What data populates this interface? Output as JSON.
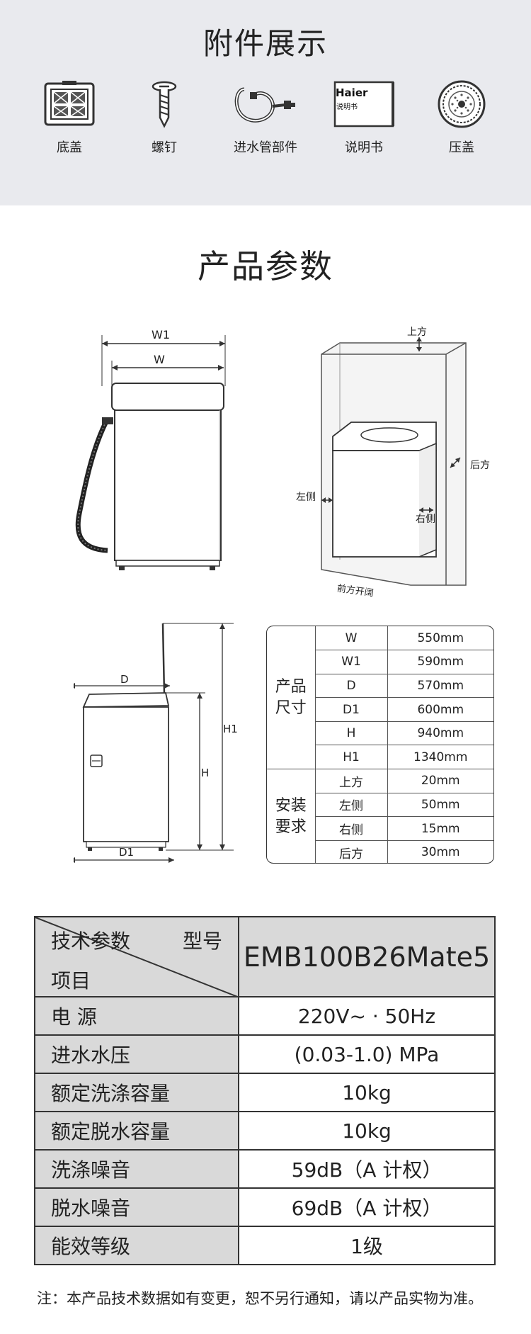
{
  "accessories": {
    "title": "附件展示",
    "items": [
      {
        "label": "底盖",
        "icon": "filter-cover-icon"
      },
      {
        "label": "螺钉",
        "icon": "screw-icon"
      },
      {
        "label": "进水管部件",
        "icon": "inlet-hose-icon"
      },
      {
        "label": "说明书",
        "icon": "manual-icon"
      },
      {
        "label": "压盖",
        "icon": "pressure-cap-icon"
      }
    ],
    "manual_brand": "Haier",
    "manual_text": "说明书"
  },
  "params": {
    "title": "产品参数",
    "front_diagram": {
      "w1": "W1",
      "w": "W"
    },
    "clearance_diagram": {
      "top": "上方",
      "left": "左侧",
      "right": "右侧",
      "back": "后方",
      "front": "前方开阔"
    },
    "side_diagram": {
      "d": "D",
      "d1": "D1",
      "h": "H",
      "h1": "H1"
    },
    "dimension_table": {
      "size_group": "产品尺寸",
      "size_rows": [
        {
          "key": "W",
          "value": "550mm"
        },
        {
          "key": "W1",
          "value": "590mm"
        },
        {
          "key": "D",
          "value": "570mm"
        },
        {
          "key": "D1",
          "value": "600mm"
        },
        {
          "key": "H",
          "value": "940mm"
        },
        {
          "key": "H1",
          "value": "1340mm"
        }
      ],
      "install_group": "安装要求",
      "install_rows": [
        {
          "key": "上方",
          "value": "20mm"
        },
        {
          "key": "左侧",
          "value": "50mm"
        },
        {
          "key": "右侧",
          "value": "15mm"
        },
        {
          "key": "后方",
          "value": "30mm"
        }
      ]
    }
  },
  "specs": {
    "header_left_top": "技术参数",
    "header_right_top": "型号",
    "header_left_bottom": "项目",
    "model": "EMB100B26Mate5",
    "rows": [
      {
        "label": "电 源",
        "value": "220V~ · 50Hz"
      },
      {
        "label": "进水水压",
        "value": "(0.03-1.0) MPa"
      },
      {
        "label": "额定洗涤容量",
        "value": "10kg"
      },
      {
        "label": "额定脱水容量",
        "value": "10kg"
      },
      {
        "label": "洗涤噪音",
        "value": "59dB（A 计权）"
      },
      {
        "label": "脱水噪音",
        "value": "69dB（A 计权）"
      },
      {
        "label": "能效等级",
        "value": "1级"
      }
    ]
  },
  "note": "注：本产品技术数据如有变更，恕不另行通知，请以产品实物为准。"
}
